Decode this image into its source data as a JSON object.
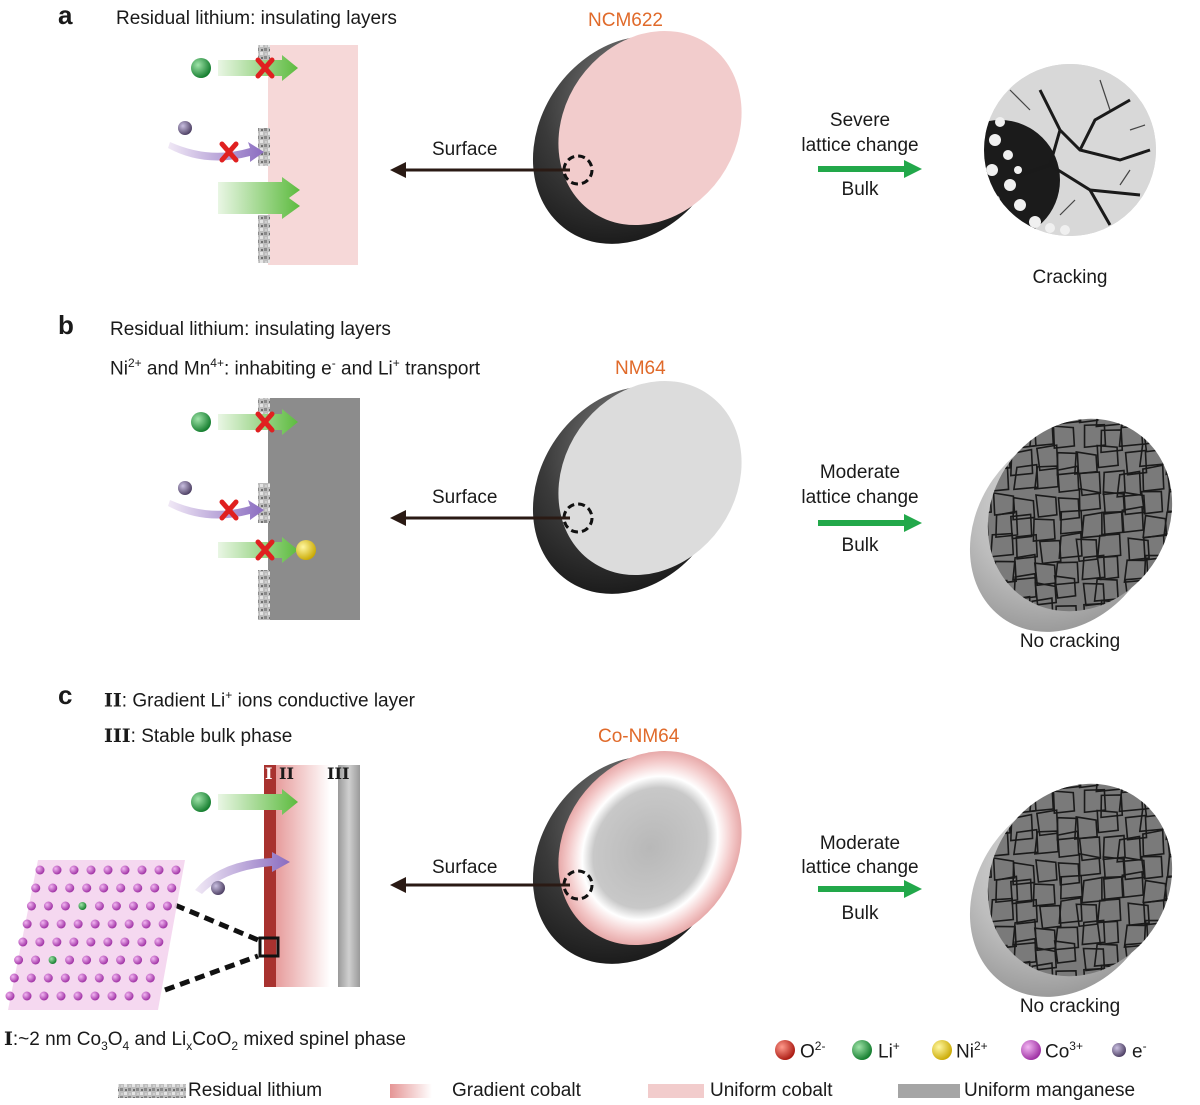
{
  "panels": [
    {
      "label": "a",
      "notes": [
        "Residual lithium: insulating layers"
      ],
      "material": "NCM622",
      "surface": "Surface",
      "lattice": [
        "Severe",
        "lattice change"
      ],
      "bulk": "Bulk",
      "result": "Cracking"
    },
    {
      "label": "b",
      "notes": [
        "Residual lithium: insulating layers"
      ],
      "note2": {
        "a": "Ni",
        "a_sup": "2+",
        "b": " and Mn",
        "b_sup": "4+",
        "c": ": inhabiting e",
        "c_sup": "-",
        "d": " and Li",
        "d_sup": "+",
        "e": " transport"
      },
      "material": "NM64",
      "surface": "Surface",
      "lattice": [
        "Moderate",
        "lattice change"
      ],
      "bulk": "Bulk",
      "result": "No cracking"
    },
    {
      "label": "c",
      "note_ii": {
        "roman": "II",
        "a": ": Gradient Li",
        "sup": "+",
        "b": " ions conductive layer"
      },
      "note_iii": {
        "roman": "III",
        "a": ": Stable bulk phase"
      },
      "layer_labels": [
        "I",
        "II",
        "III"
      ],
      "material": "Co-NM64",
      "surface": "Surface",
      "lattice": [
        "Moderate",
        "lattice change"
      ],
      "bulk": "Bulk",
      "result": "No cracking",
      "note_i": {
        "roman": "I",
        "a": ":~2 nm Co",
        "s1": "3",
        "b": "O",
        "s2": "4",
        "c": " and Li",
        "s3": "x",
        "d": "CoO",
        "s4": "2",
        "e": " mixed spinel phase"
      }
    }
  ],
  "ion_legend": [
    {
      "base": "O",
      "sup": "2-",
      "color": "#d93a2e"
    },
    {
      "base": "Li",
      "sup": "+",
      "color": "#1f9a3c"
    },
    {
      "base": "Ni",
      "sup": "2+",
      "color": "#e8d21a"
    },
    {
      "base": "Co",
      "sup": "3+",
      "color": "#c25ac4"
    },
    {
      "base": "e",
      "sup": "-",
      "color": "#6a5a80"
    }
  ],
  "bottom_legend": [
    {
      "label": "Residual  lithium"
    },
    {
      "label": "Gradient cobalt"
    },
    {
      "label": "Uniform  cobalt"
    },
    {
      "label": "Uniform manganese"
    }
  ],
  "colors": {
    "uniform_cobalt": "#f2cccc",
    "uniform_manganese": "#8c8c8c",
    "gradient_cobalt": "#b23a3a",
    "title": "#e06a2a",
    "arrow_green": "#22a84a",
    "arrow_dark": "#2a1a14"
  }
}
